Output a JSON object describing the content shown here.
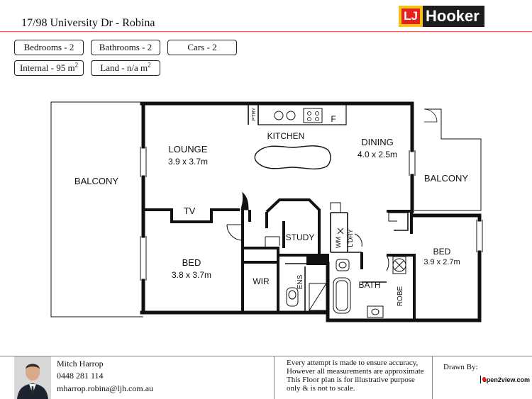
{
  "header": {
    "address": "17/98 University Dr - Robina",
    "logo": {
      "mark": "LJ",
      "word": "Hooker",
      "accent_color": "#e2231a",
      "gold_color": "#f6c21a"
    },
    "accent_rule_color": "#e05a5a"
  },
  "specs": {
    "bedrooms": "Bedrooms -  2",
    "bathrooms": "Bathrooms - 2",
    "cars": "Cars -  2",
    "internal": "Internal -  95 m",
    "land": "Land - n/a  m",
    "superscript": "2"
  },
  "floor_plan": {
    "rooms": {
      "balcony_left": "BALCONY",
      "lounge": "LOUNGE",
      "lounge_size": "3.9 x 3.7m",
      "kitchen": "KITCHEN",
      "ptry": "PTRY",
      "fridge": "F",
      "dining": "DINING",
      "dining_size": "4.0 x 2.5m",
      "balcony_right": "BALCONY",
      "tv": "TV",
      "study": "STUDY",
      "wm": "WM",
      "ldry": "L'DRY",
      "bed1": "BED",
      "bed1_size": "3.8 x 3.7m",
      "wir": "WIR",
      "ens": "ENS",
      "bath": "BATH",
      "bed2": "BED",
      "bed2_size": "3.9 x 2.7m",
      "robe": "ROBE"
    }
  },
  "footer": {
    "agent": {
      "name": "Mitch Harrop",
      "phone": "0448 281 114",
      "email": "mharrop.robina@ljh.com.au"
    },
    "disclaimer": [
      "Every  attempt is made to ensure accuracy,",
      "However all measurements are approximate",
      "This Floor plan is for illustrative purpose",
      "only & is not to scale."
    ],
    "drawn_by": "Drawn By:",
    "drawn_by_brand": "open2view.com"
  }
}
